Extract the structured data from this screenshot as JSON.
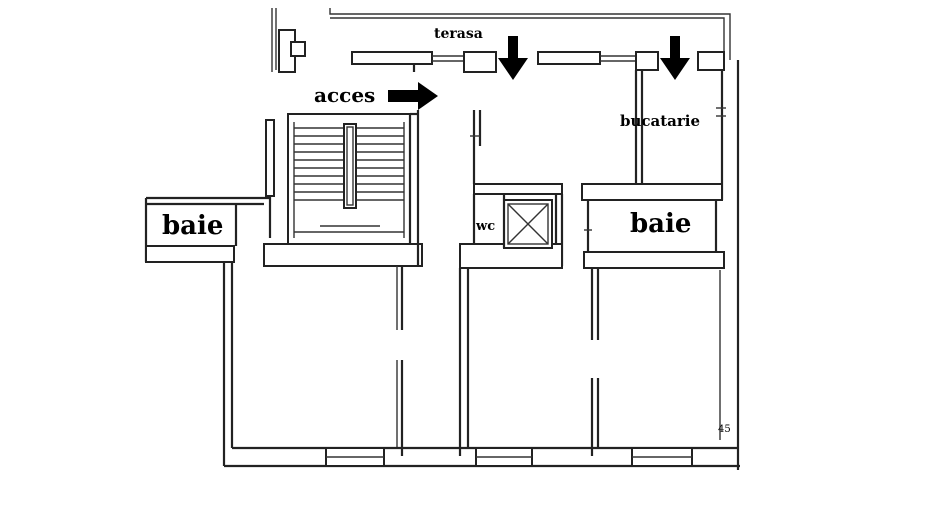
{
  "labels": {
    "terasa": "terasa",
    "acces": "acces",
    "bucatarie": "bucatarie",
    "wc": "wc",
    "baie_left": "baie",
    "baie_right": "baie",
    "dimension": "45"
  },
  "colors": {
    "ink": "#000000",
    "wall": "#222222",
    "background": "#ffffff"
  }
}
